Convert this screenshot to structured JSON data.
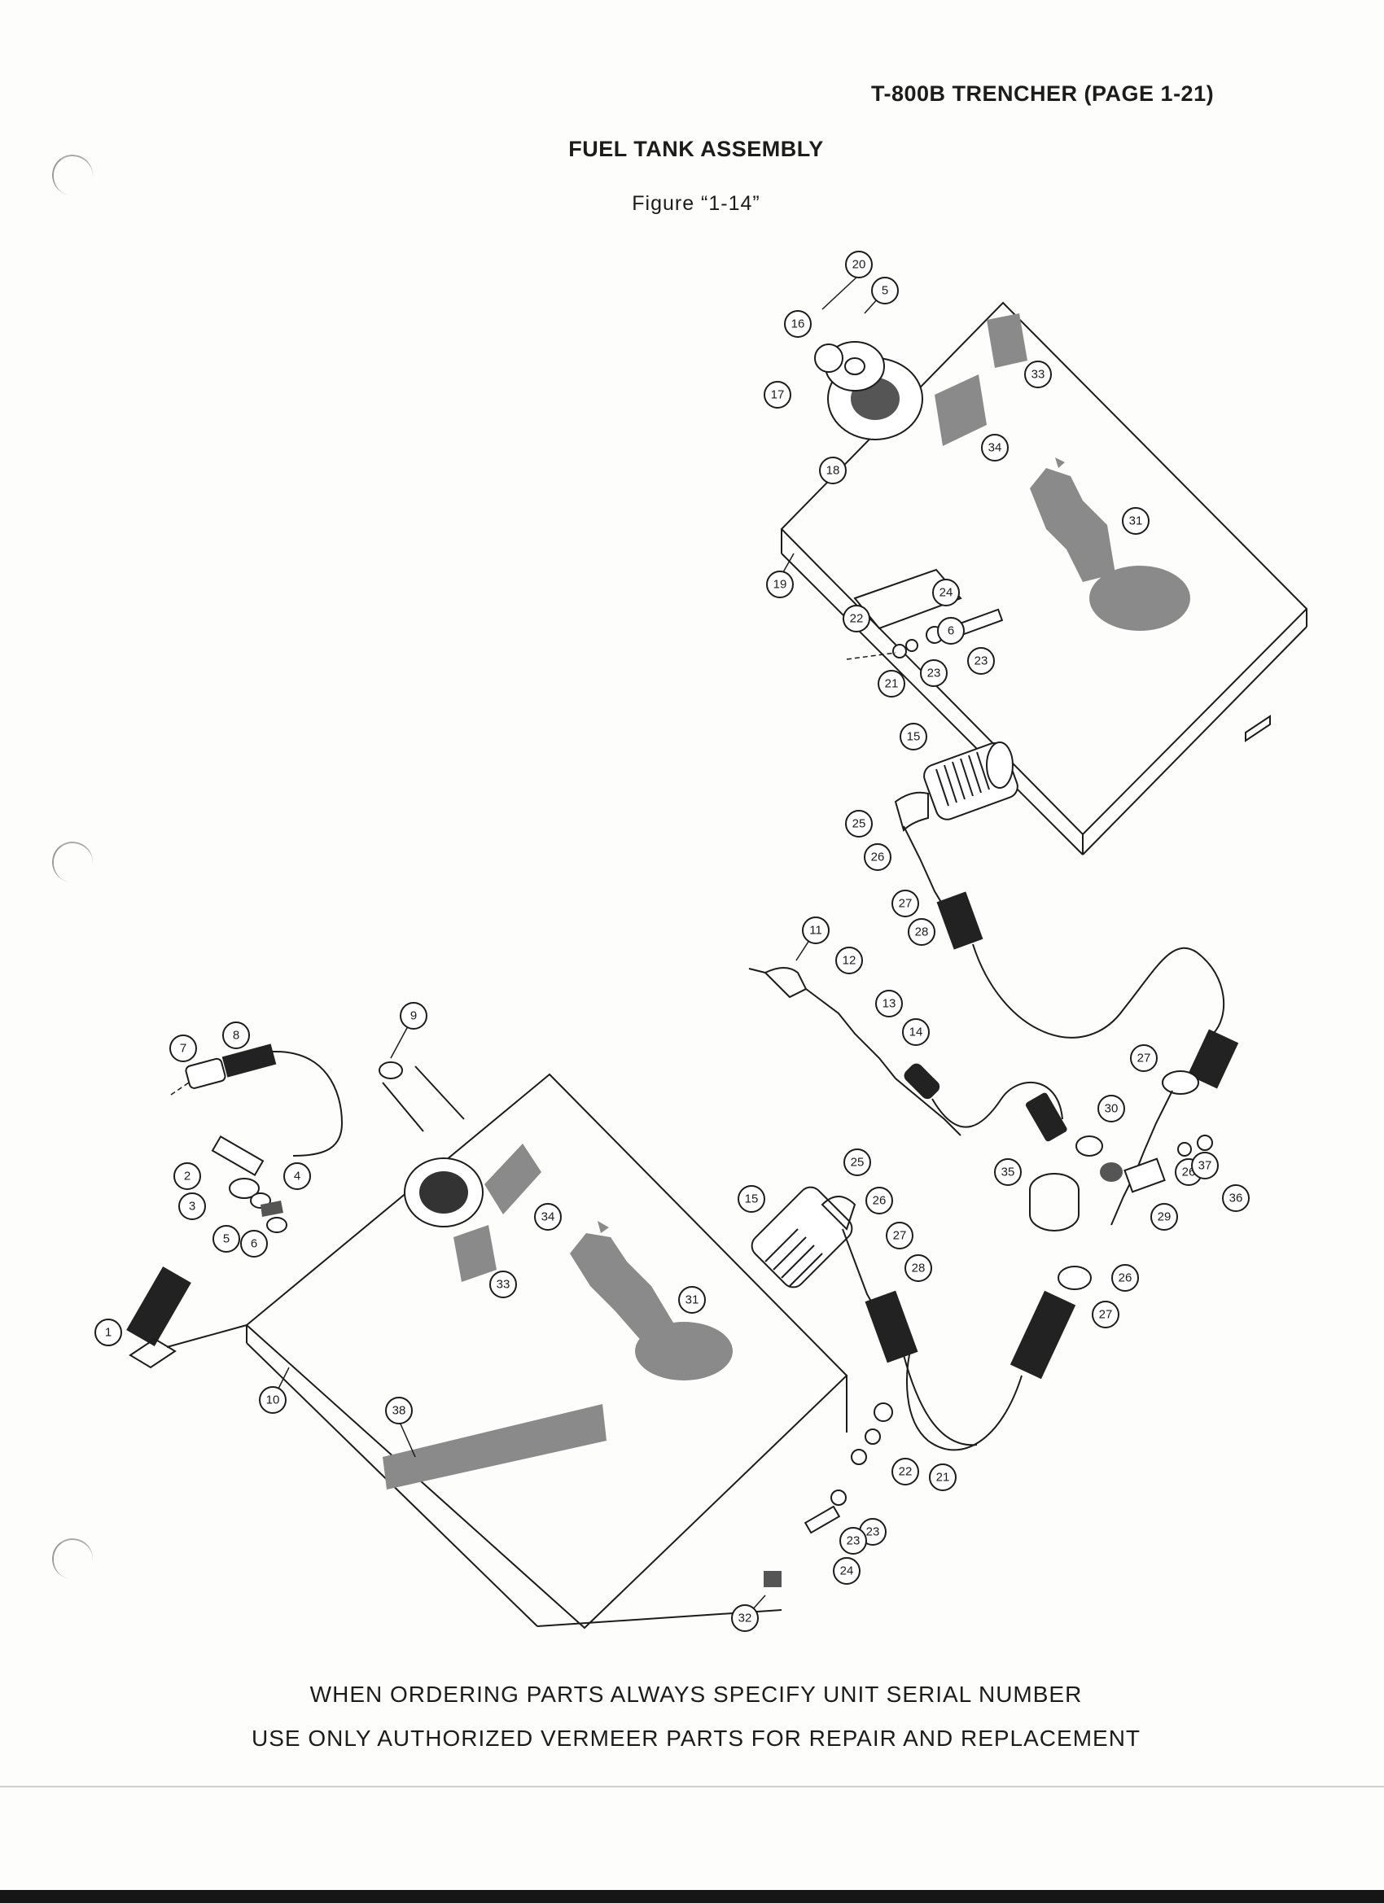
{
  "page_ref": "T-800B TRENCHER (PAGE 1-21)",
  "title": "FUEL TANK ASSEMBLY",
  "figure_label": "Figure “1-14”",
  "notes": [
    "WHEN ORDERING PARTS ALWAYS SPECIFY UNIT SERIAL NUMBER",
    "USE ONLY AUTHORIZED VERMEER PARTS FOR REPAIR AND REPLACEMENT"
  ],
  "callouts": {
    "upper_tank": [
      "20",
      "5",
      "16",
      "17",
      "18",
      "33",
      "34",
      "31",
      "19",
      "24",
      "22",
      "6",
      "23",
      "21",
      "23",
      "15",
      "25",
      "26",
      "27",
      "28"
    ],
    "connector_run": [
      "11",
      "12",
      "13",
      "14"
    ],
    "lower_tank": [
      "7",
      "8",
      "9",
      "2",
      "4",
      "3",
      "5",
      "6",
      "1",
      "34",
      "33",
      "31",
      "10",
      "38",
      "15",
      "25",
      "26",
      "27",
      "28",
      "21",
      "22",
      "23",
      "23",
      "24",
      "32"
    ],
    "tee_assembly": [
      "27",
      "30",
      "35",
      "26",
      "37",
      "36",
      "29",
      "26",
      "27"
    ]
  },
  "colors": {
    "ink": "#1c1c1c",
    "paper": "#fdfdfb",
    "decal": "#8a8a8a"
  }
}
